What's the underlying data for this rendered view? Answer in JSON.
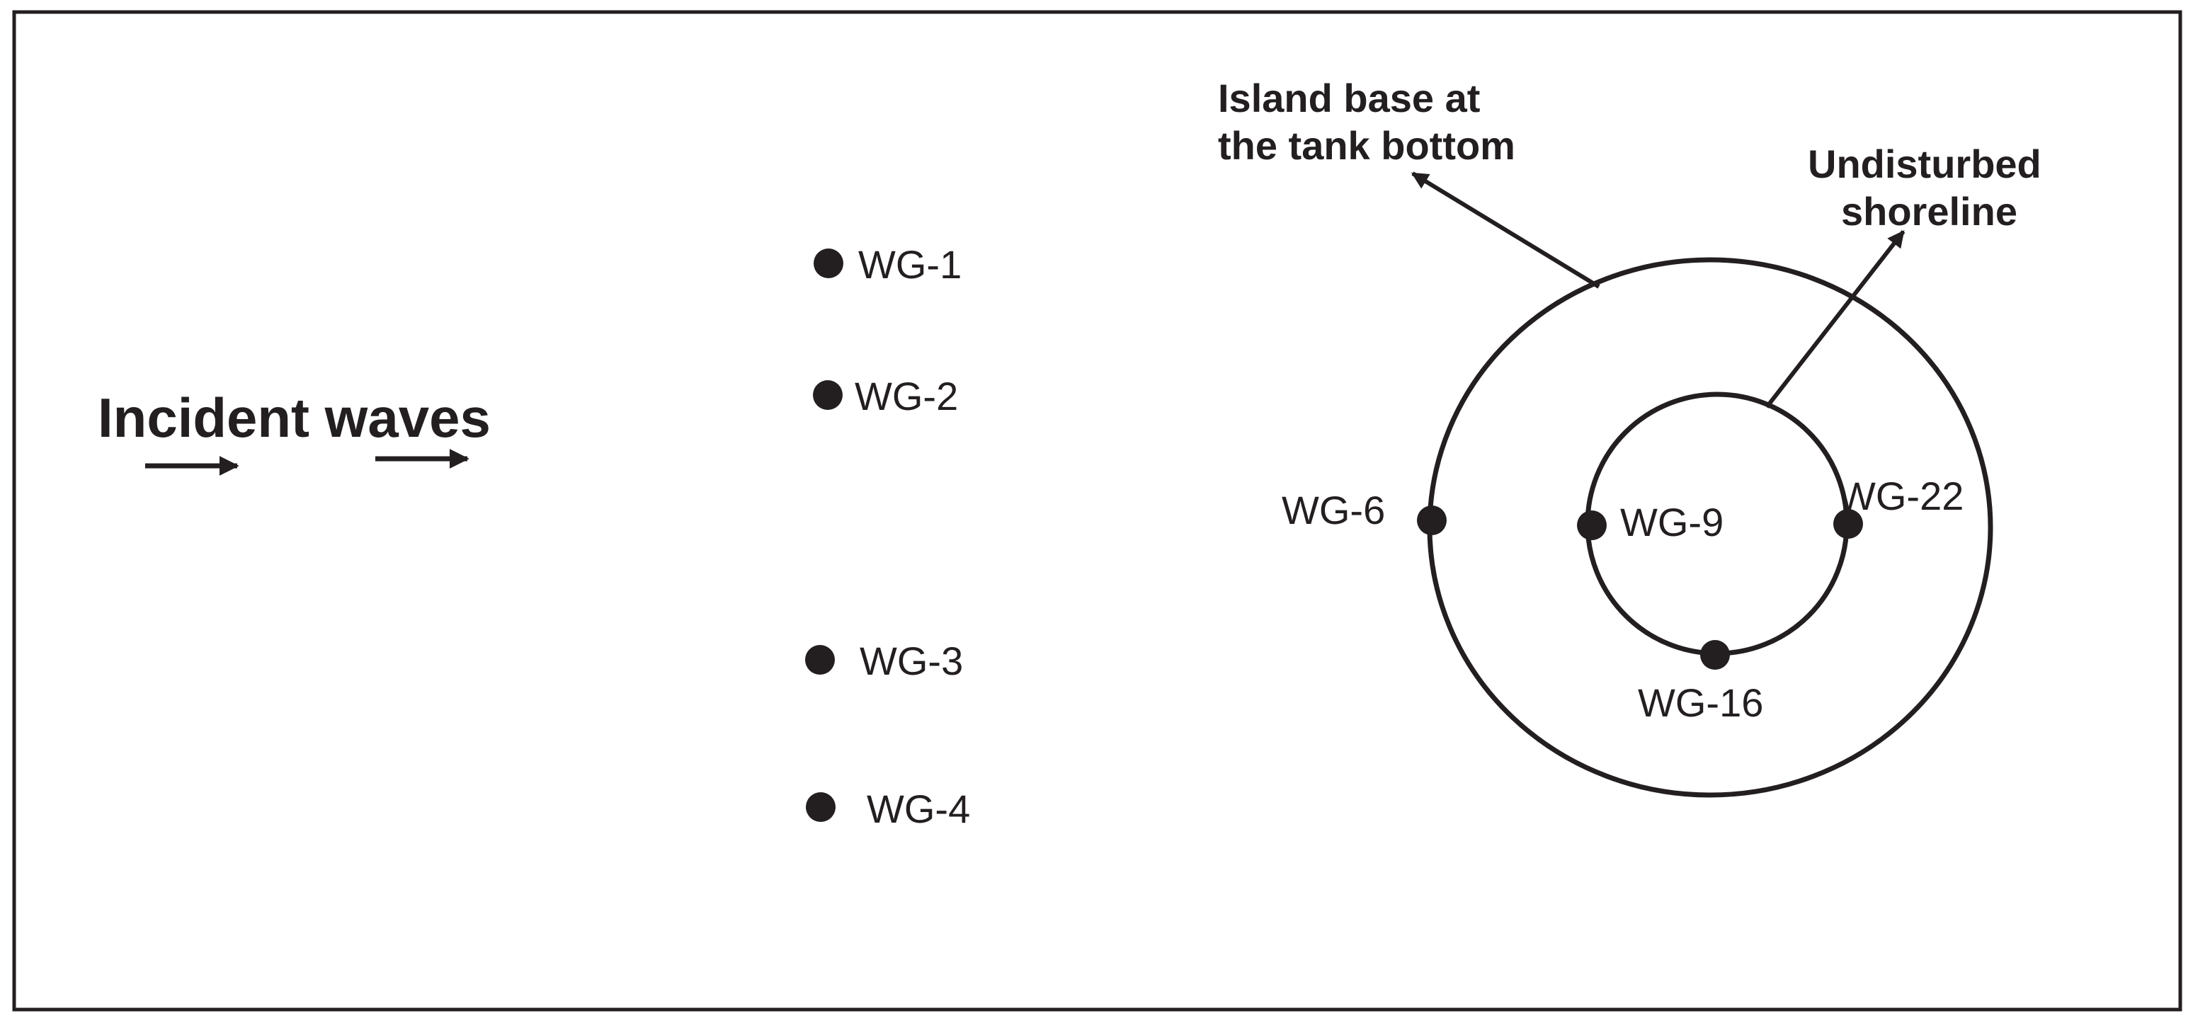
{
  "diagram": {
    "incident_label": "Incident waves",
    "island_base_label": [
      "Island base at",
      "the tank bottom"
    ],
    "shoreline_label": [
      "Undisturbed",
      "shoreline"
    ],
    "colors": {
      "ink": "#231f20",
      "background": "#ffffff"
    },
    "gauges": [
      {
        "id": "wg1",
        "label": "WG-1"
      },
      {
        "id": "wg2",
        "label": "WG-2"
      },
      {
        "id": "wg3",
        "label": "WG-3"
      },
      {
        "id": "wg4",
        "label": "WG-4"
      },
      {
        "id": "wg6",
        "label": "WG-6"
      },
      {
        "id": "wg9",
        "label": "WG-9"
      },
      {
        "id": "wg22",
        "label": "WG-22"
      },
      {
        "id": "wg16",
        "label": "WG-16"
      }
    ]
  }
}
